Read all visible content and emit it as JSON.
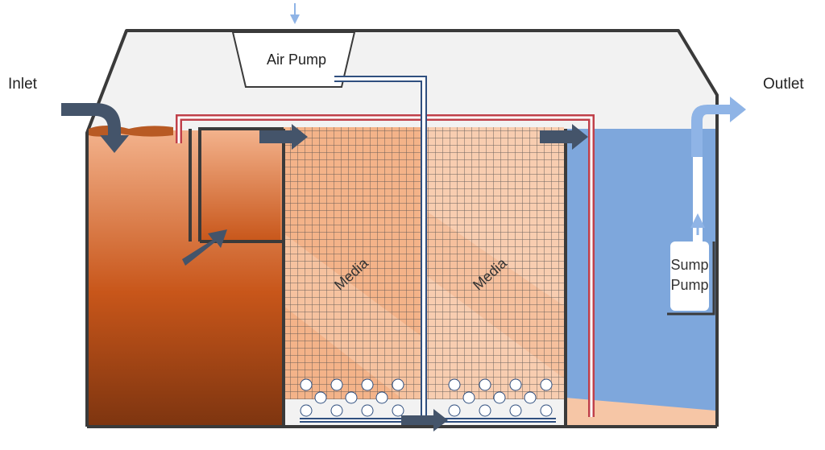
{
  "labels": {
    "inlet": "Inlet",
    "outlet": "Outlet",
    "air_pump": "Air Pump",
    "media_left": "Media",
    "media_right": "Media",
    "sump_pump_line1": "Sump",
    "sump_pump_line2": "Pump"
  },
  "colors": {
    "outline": "#3a3a3a",
    "roof_fill": "#f2f2f2",
    "settling_top": "#f3b28c",
    "settling_mid": "#c8561a",
    "settling_bottom": "#7e3510",
    "scum": "#b85a24",
    "media_left": "#f4b389",
    "media_right": "#f8cdb0",
    "grid": "#4a4a4a",
    "water": "#7ea7dc",
    "sand": "#f6c6a6",
    "flow_arrow": "#44546a",
    "air_line": "#8fb4e6",
    "return_line": "#c0404a"
  }
}
